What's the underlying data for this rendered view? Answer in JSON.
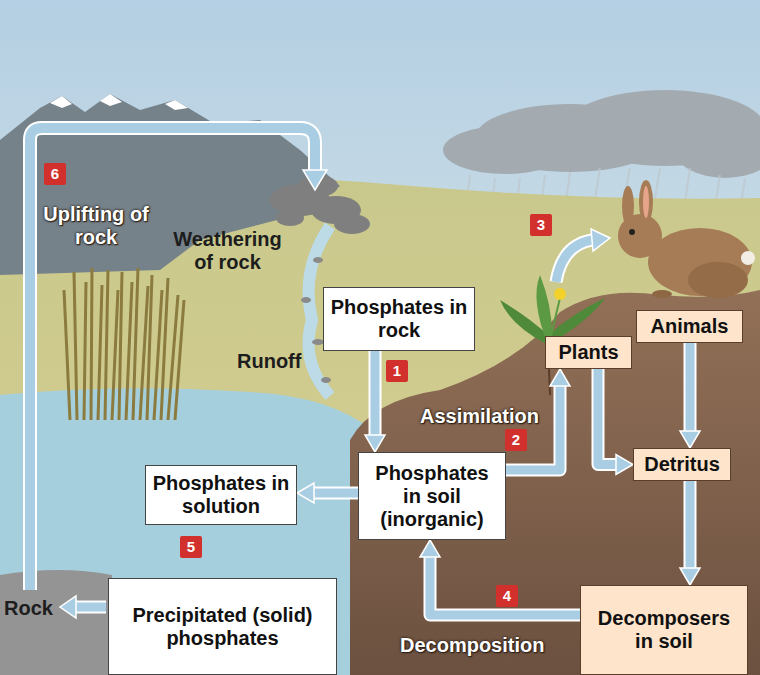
{
  "diagram": {
    "nodes": [
      {
        "text": [
          "Phosphates in rock"
        ]
      },
      {
        "text": [
          "Animals"
        ]
      },
      {
        "text": [
          "Plants"
        ]
      },
      {
        "text": [
          "Phosphates in soil (inorganic)"
        ]
      },
      {
        "text": [
          "Detritus"
        ]
      },
      {
        "text": [
          "Phosphates in solution"
        ]
      },
      {
        "text": [
          "Precipitated (solid) phosphates"
        ]
      },
      {
        "text": [
          "Decomposers in soil"
        ]
      }
    ],
    "edges": [
      {
        "from": 0,
        "to": 3,
        "arrow": "to"
      },
      {
        "from": 3,
        "to": 2,
        "label": "Assimilation",
        "arrow": "to"
      },
      {
        "from": 2,
        "to": 4,
        "arrow": "to"
      },
      {
        "from": 1,
        "to": 4,
        "arrow": "to"
      },
      {
        "from": 4,
        "to": 7,
        "arrow": "to"
      },
      {
        "from": 7,
        "to": 3,
        "label": "Decomposition",
        "arrow": "to"
      },
      {
        "from": 3,
        "to": 5,
        "arrow": "to"
      }
    ],
    "labels": [
      "6",
      "Uplifting of rock",
      "Weathering of rock",
      "Runoff",
      "1",
      "3",
      "2",
      "5",
      "4",
      "Rock"
    ]
  }
}
